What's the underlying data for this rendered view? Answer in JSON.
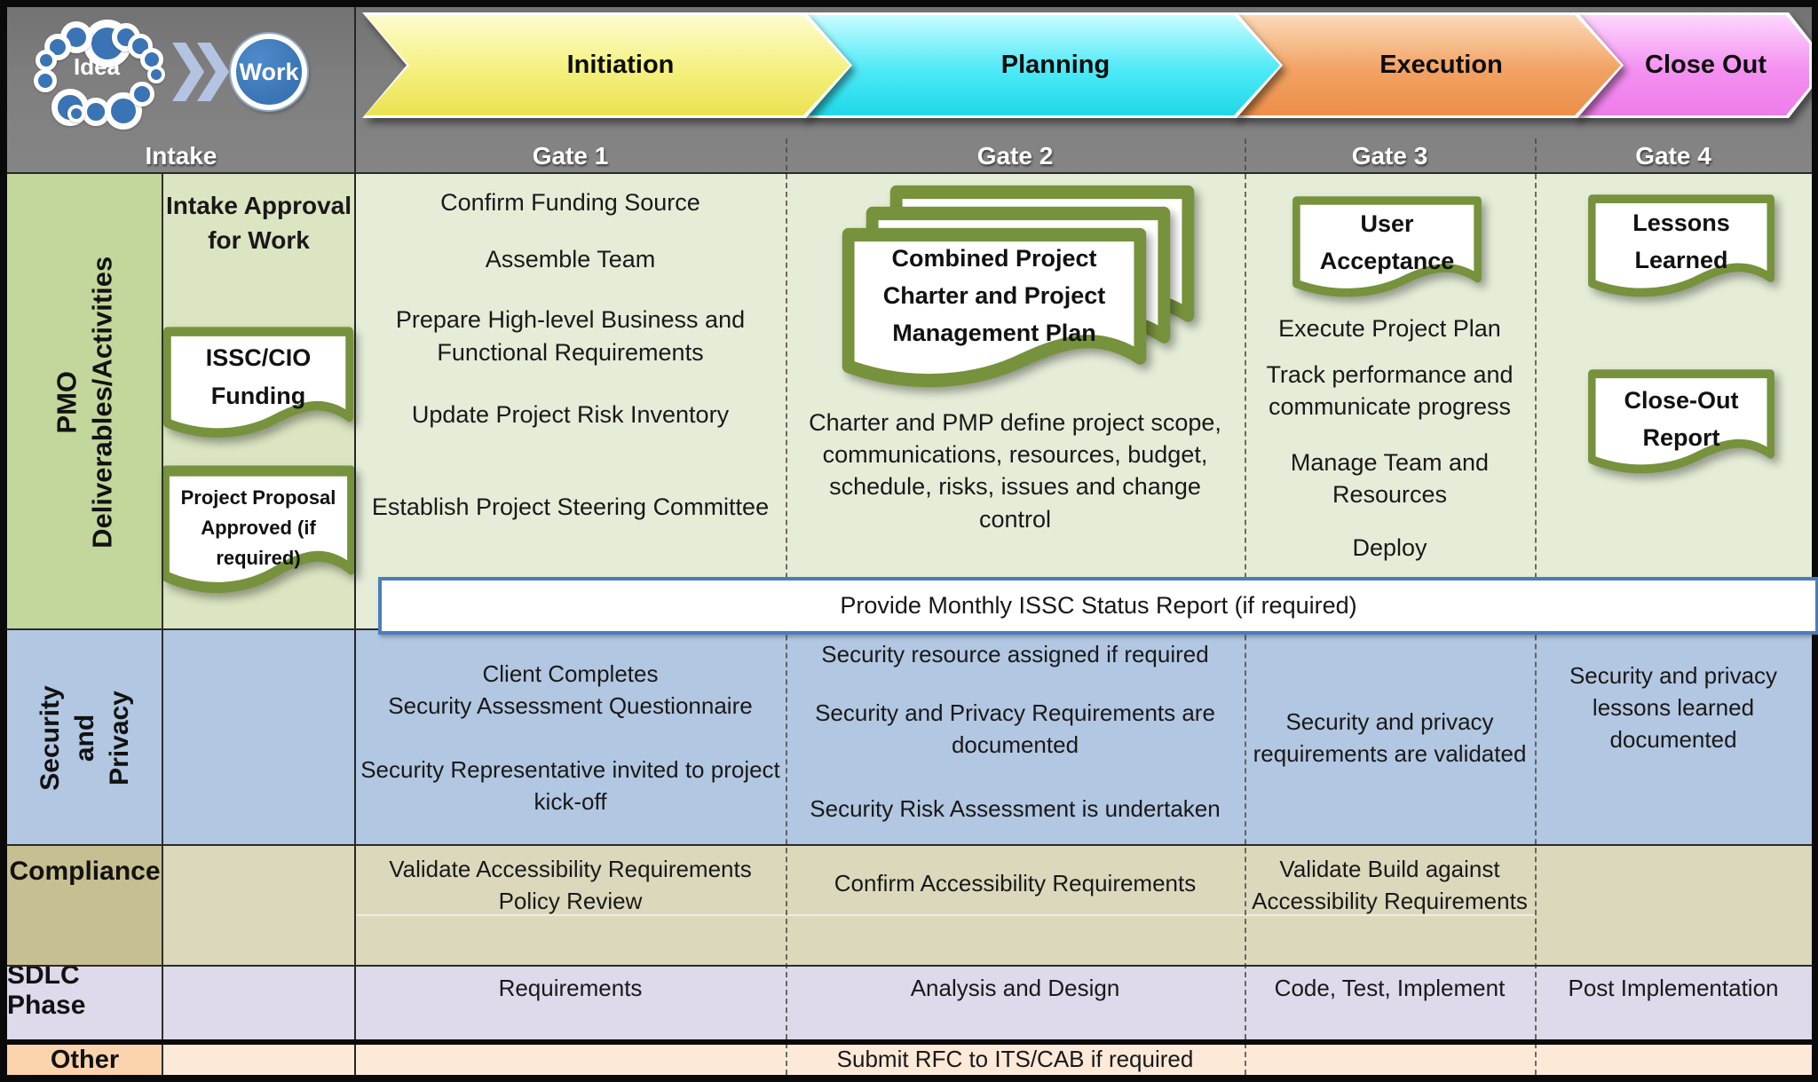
{
  "header": {
    "logo": {
      "idea_label": "Idea",
      "work_label": "Work"
    },
    "intake_label": "Intake",
    "phases": [
      {
        "label": "Initiation",
        "gate": "Gate 1",
        "color_light": "#fdfcd0",
        "color": "#f5f07e",
        "color_dark": "#e9e251"
      },
      {
        "label": "Planning",
        "gate": "Gate 2",
        "color_light": "#c9fcff",
        "color": "#4de9f7",
        "color_dark": "#1fd8e8"
      },
      {
        "label": "Execution",
        "gate": "Gate 3",
        "color_light": "#fbd9b8",
        "color": "#f2a263",
        "color_dark": "#ec8f49"
      },
      {
        "label": "Close Out",
        "gate": "Gate 4",
        "color_light": "#fcd7fb",
        "color": "#f490f1",
        "color_dark": "#ee7cea"
      }
    ]
  },
  "row_labels": {
    "pmo": "PMO\nDeliverables/Activities",
    "security": "Security and\nPrivacy",
    "compliance": "Compliance",
    "sdlc": "SDLC Phase",
    "other": "Other"
  },
  "pmo": {
    "intake": {
      "title": "Intake Approval\nfor Work",
      "doc1": "ISSC/CIO\nFunding",
      "doc2": "Project Proposal\nApproved (if\nrequired)"
    },
    "initiation": {
      "items": [
        "Confirm Funding Source",
        "Assemble Team",
        "Prepare High-level Business and\nFunctional Requirements",
        "Update Project Risk Inventory",
        "Establish Project Steering Committee"
      ]
    },
    "planning": {
      "doc": "Combined Project\nCharter and Project\nManagement Plan",
      "note": "Charter and PMP define project scope,\ncommunications, resources, budget,\nschedule, risks, issues and change\ncontrol"
    },
    "execution": {
      "doc": "User\nAcceptance",
      "items": [
        "Execute Project Plan",
        "Track performance and\ncommunicate progress",
        "Manage Team and\nResources",
        "Deploy"
      ]
    },
    "closeout": {
      "doc1": "Lessons\nLearned",
      "doc2": "Close-Out\nReport"
    },
    "banner": "Provide Monthly ISSC Status Report (if required)"
  },
  "security": {
    "initiation": {
      "item1": "Client Completes\nSecurity Assessment Questionnaire",
      "item2": "Security Representative invited to project\nkick-off"
    },
    "planning": {
      "item1": "Security resource assigned if required",
      "item2": "Security and Privacy Requirements are\ndocumented",
      "item3": "Security Risk Assessment is undertaken"
    },
    "execution": "Security and privacy\nrequirements are validated",
    "closeout": "Security and privacy\nlessons learned\ndocumented"
  },
  "compliance": {
    "initiation": "Validate Accessibility Requirements\nPolicy Review",
    "planning": "Confirm Accessibility Requirements",
    "execution": "Validate Build against\nAccessibility Requirements"
  },
  "sdlc": {
    "initiation": "Requirements",
    "planning": "Analysis and Design",
    "execution": "Code, Test, Implement",
    "closeout": "Post Implementation"
  },
  "other": {
    "planning": "Submit RFC to ITS/CAB if required"
  }
}
